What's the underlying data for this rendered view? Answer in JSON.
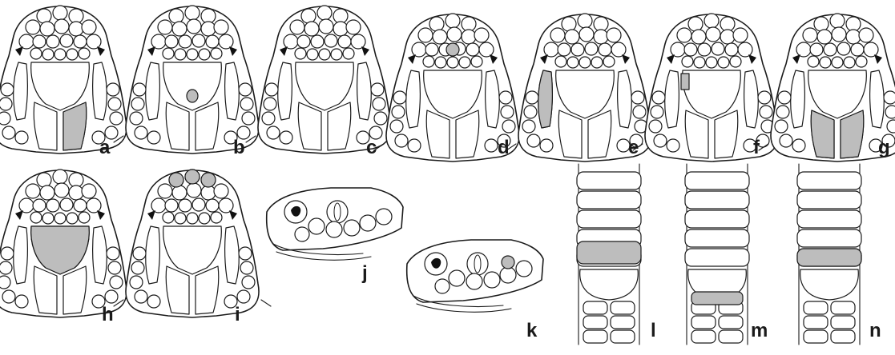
{
  "panels": {
    "a": {
      "label": "a"
    },
    "b": {
      "label": "b"
    },
    "c": {
      "label": "c"
    },
    "d": {
      "label": "d"
    },
    "e": {
      "label": "e"
    },
    "f": {
      "label": "f"
    },
    "g": {
      "label": "g"
    },
    "h": {
      "label": "h"
    },
    "i": {
      "label": "i"
    },
    "j": {
      "label": "j"
    },
    "k": {
      "label": "k"
    },
    "l": {
      "label": "l"
    },
    "m": {
      "label": "m"
    },
    "n": {
      "label": "n"
    }
  },
  "colors": {
    "highlight": "#bdbdbd",
    "line": "#1a1a1a",
    "background": "#ffffff"
  }
}
